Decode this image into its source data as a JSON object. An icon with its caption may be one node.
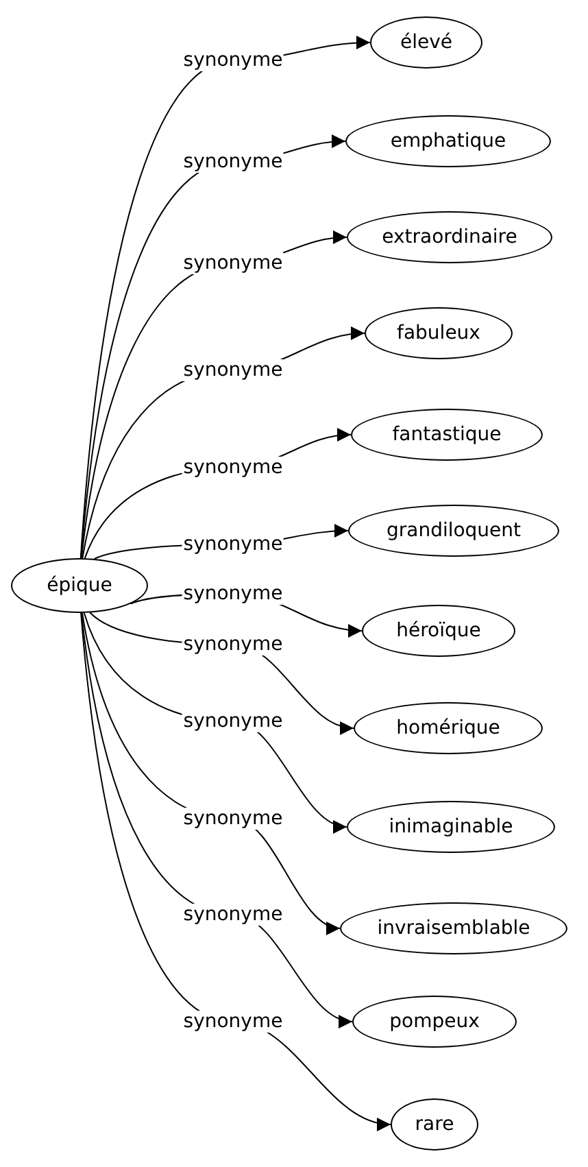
{
  "diagram": {
    "nodes": [
      {
        "text": [
          "épique"
        ]
      },
      {
        "text": [
          "élevé"
        ]
      },
      {
        "text": [
          "emphatique"
        ]
      },
      {
        "text": [
          "extraordinaire"
        ]
      },
      {
        "text": [
          "fabuleux"
        ]
      },
      {
        "text": [
          "fantastique"
        ]
      },
      {
        "text": [
          "grandiloquent"
        ]
      },
      {
        "text": [
          "héroïque"
        ]
      },
      {
        "text": [
          "homérique"
        ]
      },
      {
        "text": [
          "inimaginable"
        ]
      },
      {
        "text": [
          "invraisemblable"
        ]
      },
      {
        "text": [
          "pompeux"
        ]
      },
      {
        "text": [
          "rare"
        ]
      }
    ],
    "edges": [
      {
        "from": 0,
        "to": 1,
        "arrow": "to",
        "label": "synonyme"
      },
      {
        "from": 0,
        "to": 2,
        "arrow": "to",
        "label": "synonyme"
      },
      {
        "from": 0,
        "to": 3,
        "arrow": "to",
        "label": "synonyme"
      },
      {
        "from": 0,
        "to": 4,
        "arrow": "to",
        "label": "synonyme"
      },
      {
        "from": 0,
        "to": 5,
        "arrow": "to",
        "label": "synonyme"
      },
      {
        "from": 0,
        "to": 6,
        "arrow": "to",
        "label": "synonyme"
      },
      {
        "from": 0,
        "to": 7,
        "arrow": "to",
        "label": "synonyme"
      },
      {
        "from": 0,
        "to": 8,
        "arrow": "to",
        "label": "synonyme"
      },
      {
        "from": 0,
        "to": 9,
        "arrow": "to",
        "label": "synonyme"
      },
      {
        "from": 0,
        "to": 10,
        "arrow": "to",
        "label": "synonyme"
      },
      {
        "from": 0,
        "to": 11,
        "arrow": "to",
        "label": "synonyme"
      },
      {
        "from": 0,
        "to": 12,
        "arrow": "to",
        "label": "synonyme"
      }
    ]
  }
}
